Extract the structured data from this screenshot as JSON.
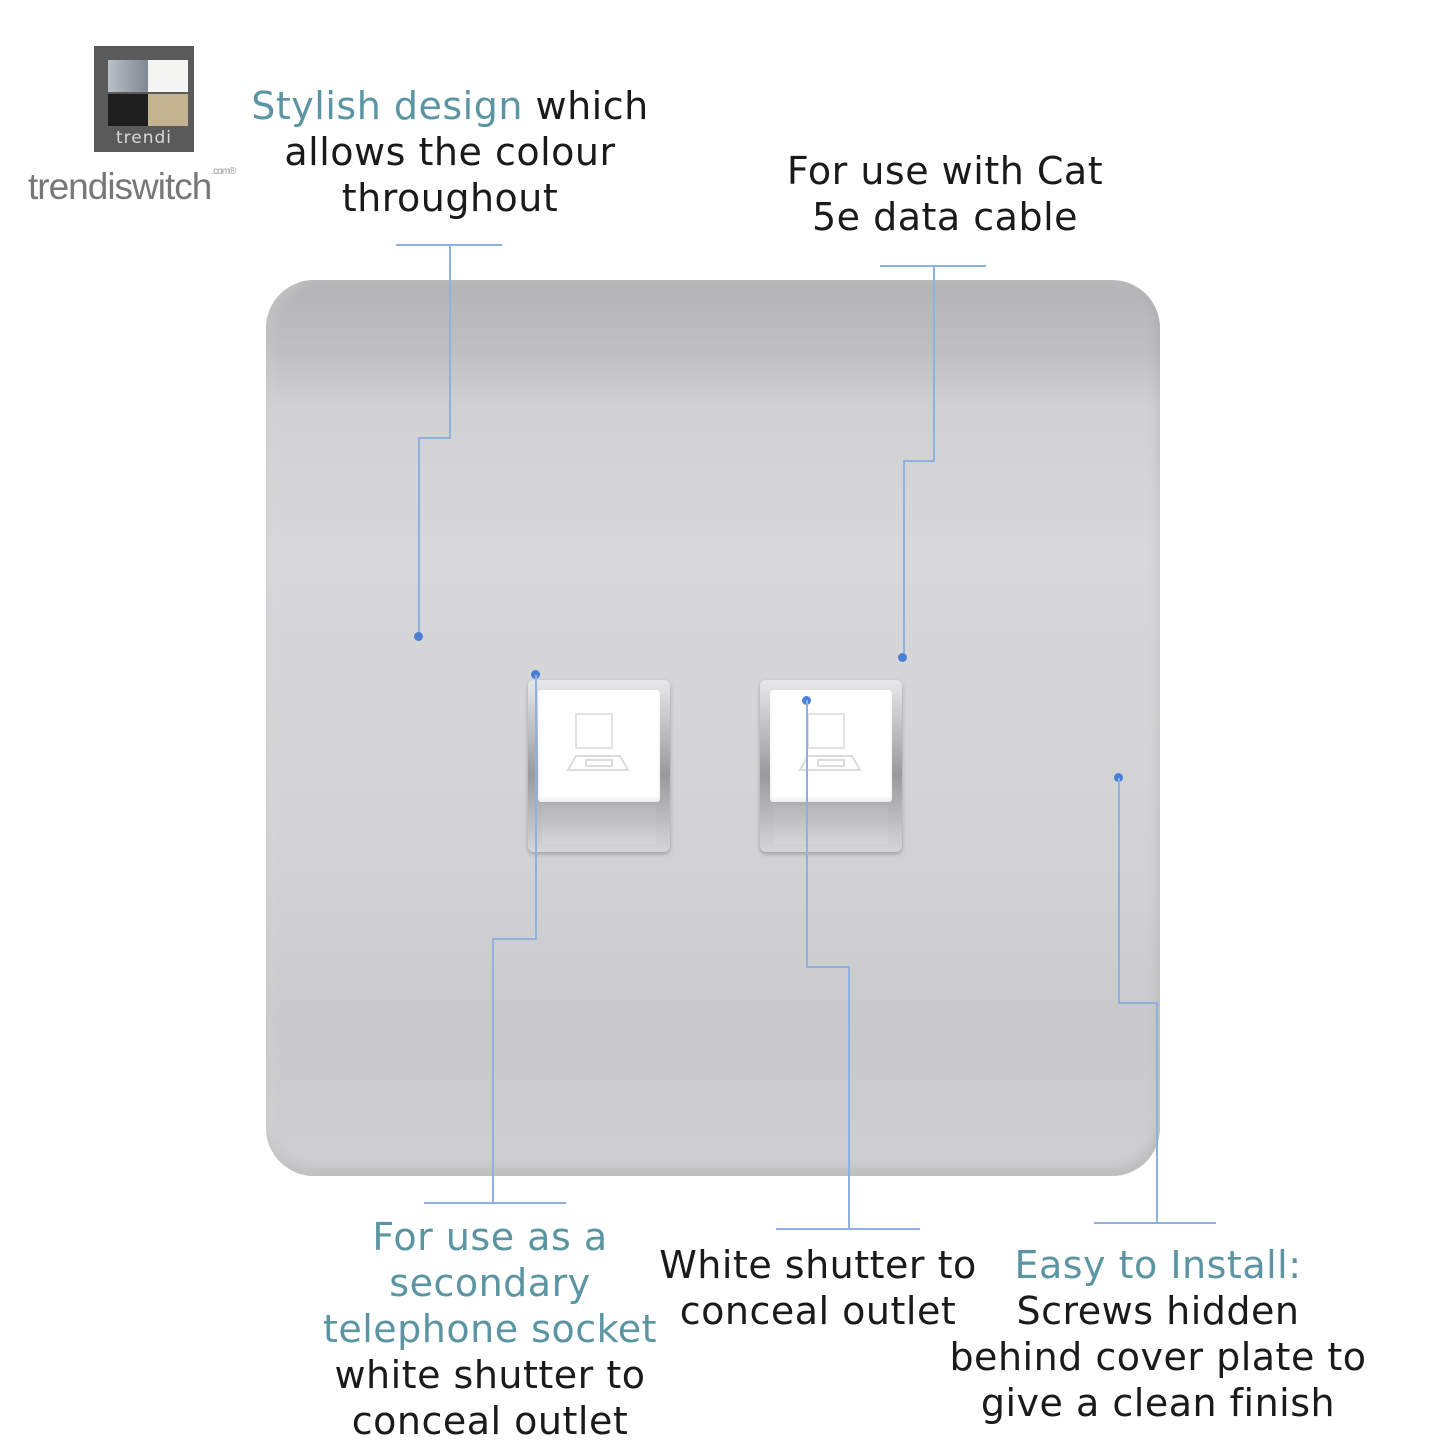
{
  "logo": {
    "badge_text": "trendi",
    "brand_text": "trendiswitch",
    "brand_suffix": ".com®"
  },
  "callouts": {
    "design": {
      "highlight": "Stylish design",
      "line1_rest": " which",
      "line2": "allows the colour",
      "line3": "throughout"
    },
    "cable": {
      "line1": "For use with Cat",
      "line2": "5e data cable"
    },
    "telephone": {
      "line1": "For use as a",
      "line2": "secondary",
      "line3": "telephone socket",
      "line4": "white shutter to",
      "line5": "conceal outlet"
    },
    "shutter": {
      "line1": "White shutter to",
      "line2": "conceal outlet"
    },
    "install": {
      "highlight": "Easy to Install:",
      "line2": "Screws hidden",
      "line3": "behind cover plate to",
      "line4": "give a clean finish"
    }
  },
  "colors": {
    "highlight_text": "#5b95a3",
    "leader_line": "#8fb1e0",
    "plate": "#d0d0d2"
  }
}
